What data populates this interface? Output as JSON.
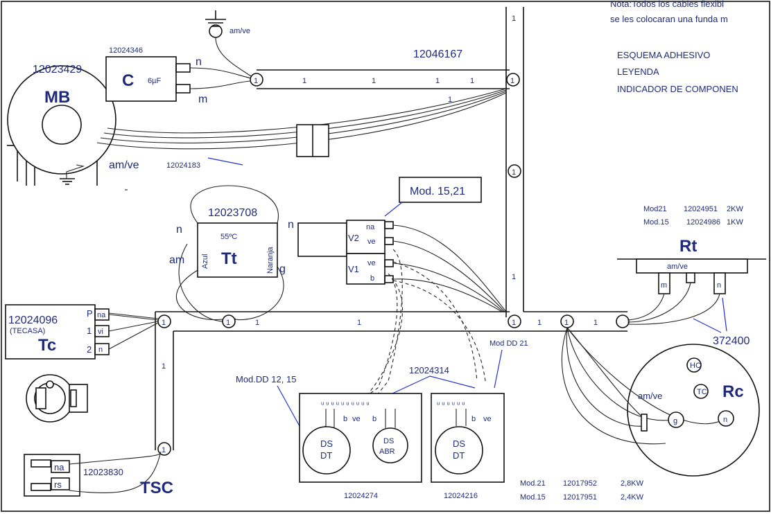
{
  "header_note": {
    "line1": "Nota:Todos los cables flexibl",
    "line2": "se les colocaran una funda m"
  },
  "legend": {
    "line1": "ESQUEMA ADHESIVO",
    "line2": "LEYENDA",
    "line3": "INDICADOR DE COMPONEN"
  },
  "motor": {
    "code": "12023429",
    "label": "MB",
    "ground_label": "am/ve",
    "ground_cable_code": "12024183",
    "top_ground_label": "am/ve"
  },
  "capacitor": {
    "code": "12024346",
    "label": "C",
    "value": "6µF",
    "pin_n": "n",
    "pin_m": "m"
  },
  "harness_top": {
    "code": "12046167",
    "numbers": [
      "1",
      "1",
      "1",
      "1",
      "1",
      "1",
      "1"
    ]
  },
  "thermostat": {
    "code": "12023708",
    "label": "Tt",
    "temp": "55ºC",
    "left_text": "Azul",
    "right_text": "Naranja",
    "pin_n_left": "n",
    "pin_n_right": "n",
    "pin_am": "am",
    "pin_g": "g"
  },
  "switch": {
    "mod_label": "Mod. 15,21",
    "v2": "V2",
    "v1": "V1",
    "v2_pins": [
      "na",
      "ve"
    ],
    "v1_pins": [
      "ve",
      "b"
    ]
  },
  "tc": {
    "code": "12024096",
    "sub": "(TECASA)",
    "label": "Tc",
    "pin_labels": [
      "P",
      "1",
      "2"
    ],
    "pins": [
      "na",
      "vi",
      "n"
    ]
  },
  "harness_bottom": {
    "numbers": [
      "1",
      "1",
      "1",
      "1",
      "1",
      "1",
      "1",
      "1",
      "1"
    ]
  },
  "tsc": {
    "code": "12023830",
    "label": "TSC",
    "pins": [
      "na",
      "rs"
    ]
  },
  "rt": {
    "mod21": "Mod21",
    "mod21_code": "12024951",
    "mod21_power": "2KW",
    "mod15": "Mod.15",
    "mod15_code": "12024986",
    "mod15_power": "1KW",
    "label": "Rt",
    "ground": "am/ve",
    "pin_m": "m",
    "pin_n": "n",
    "cable_code": "372400"
  },
  "rc": {
    "label": "Rc",
    "ground": "am/ve",
    "hc": "HC",
    "tc": "TC",
    "g": "g",
    "n": "n",
    "mod21": "Mod.21",
    "mod21_code": "12017952",
    "mod21_power": "2,8KW",
    "mod15": "Mod.15",
    "mod15_code": "12017951",
    "mod15_power": "2,4KW"
  },
  "ds_left": {
    "mod_label": "Mod.DD 12, 15",
    "cable_code": "12024314",
    "code": "12024274",
    "pins": [
      "b",
      "ve",
      "b"
    ],
    "c1_l1": "DS",
    "c1_l2": "DT",
    "c2_l1": "DS",
    "c2_l2": "ABR"
  },
  "ds_right": {
    "mod_label": "Mod DD 21",
    "code": "12024216",
    "pins": [
      "b",
      "ve"
    ],
    "c1_l1": "DS",
    "c1_l2": "DT"
  }
}
